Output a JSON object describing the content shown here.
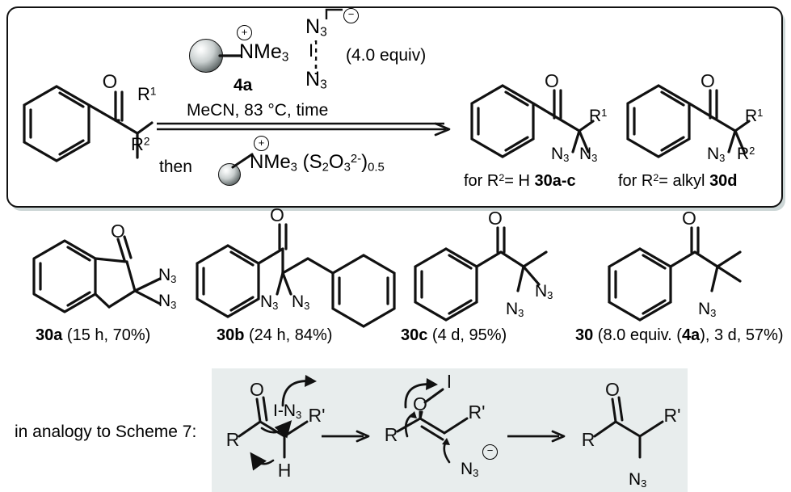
{
  "scheme": {
    "top_panel": {
      "substrate": {
        "label_o": "O",
        "r1": "R",
        "r1_sup": "1",
        "r2": "R",
        "r2_sup": "2"
      },
      "reagent_above": {
        "resin_charge": "+",
        "resin_label": "NMe",
        "resin_sub": "3",
        "anion_top": "N",
        "anion_top_sub": "3",
        "anion_center": "I",
        "anion_bottom": "N",
        "anion_bottom_sub": "3",
        "anion_charge": "−",
        "equiv": "(4.0 equiv)",
        "reagent_id": "4a",
        "conditions": "MeCN, 83 °C, time"
      },
      "reagent_below": {
        "then": "then",
        "resin_charge": "+",
        "resin_label": "NMe",
        "resin_sub": "3",
        "counterion": "(S",
        "counterion_sub1": "2",
        "counterion_o": "O",
        "counterion_sub2": "3",
        "counterion_sup": "2-",
        "counterion_close": ")",
        "counterion_half": "0.5"
      },
      "product_left": {
        "label_o": "O",
        "r1": "R",
        "r1_sup": "1",
        "n3_a": "N",
        "n3_a_sub": "3",
        "n3_b": "N",
        "n3_b_sub": "3",
        "caption_plain": "for R",
        "caption_sup": "2",
        "caption_mid": "= H ",
        "caption_bold": "30a-c"
      },
      "product_right": {
        "label_o": "O",
        "r1": "R",
        "r1_sup": "1",
        "n3_a": "N",
        "n3_a_sub": "3",
        "r2": "R",
        "r2_sup": "2",
        "caption_plain": "for R",
        "caption_sup": "2",
        "caption_mid": "= alkyl ",
        "caption_bold": "30d"
      }
    },
    "products": [
      {
        "id": "30a",
        "bold_label": "30a",
        "caption": " (15 h, 70%)",
        "atoms": {
          "o": "O",
          "n3_a": "N",
          "n3_a_sub": "3",
          "n3_b": "N",
          "n3_b_sub": "3"
        }
      },
      {
        "id": "30b",
        "bold_label": "30b",
        "caption": " (24 h, 84%)",
        "atoms": {
          "o": "O",
          "n3_a": "N",
          "n3_a_sub": "3",
          "n3_b": "N",
          "n3_b_sub": "3"
        }
      },
      {
        "id": "30c",
        "bold_label": "30c",
        "caption": " (4 d, 95%)",
        "atoms": {
          "o": "O",
          "n3_a": "N",
          "n3_a_sub": "3",
          "n3_b": "N",
          "n3_b_sub": "3"
        }
      },
      {
        "id": "30",
        "bold_label": "30",
        "caption_part1": " (8.0 equiv. (",
        "caption_bold2": "4a",
        "caption_part2": "), 3 d, 57%)",
        "atoms": {
          "o": "O",
          "n3_a": "N",
          "n3_a_sub": "3"
        }
      }
    ],
    "mechanism": {
      "lead_in": "in analogy to Scheme 7:",
      "step1": {
        "o": "O",
        "r": "R",
        "rprime": "R'",
        "h": "H",
        "reagent": "I-N",
        "reagent_sub": "3"
      },
      "step2": {
        "o": "O",
        "i": "I",
        "r": "R",
        "rprime": "R'",
        "azide": "N",
        "azide_sub": "3",
        "azide_charge": "−"
      },
      "step3": {
        "o": "O",
        "r": "R",
        "rprime": "R'",
        "n3": "N",
        "n3_sub": "3"
      }
    }
  },
  "colors": {
    "stroke": "#111111",
    "panel_border": "#111111",
    "panel_shadow": "#ccd6d6",
    "mechanism_bg": "#e8eded",
    "page_bg": "#ffffff"
  }
}
